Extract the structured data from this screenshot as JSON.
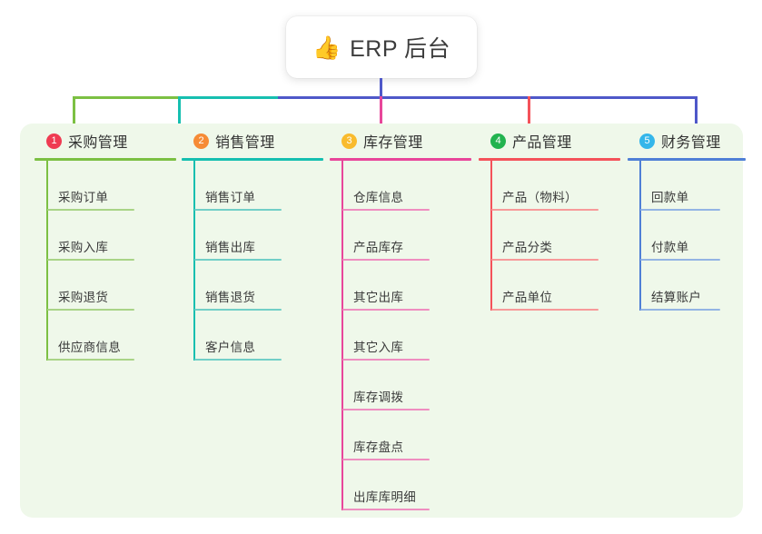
{
  "root": {
    "icon": "thumbs-up-icon",
    "emoji": "👍",
    "label": "ERP 后台"
  },
  "palette": {
    "canvas_bg": "#ffffff",
    "panel_bg": "#eff8ea",
    "root_card_bg": "#ffffff",
    "root_text": "#3d3d3d",
    "trunk": "#4f58c9",
    "bus_green": "#7cc043",
    "bus_teal": "#16bfb0",
    "bus_indigo": "#4f58c9"
  },
  "columns": [
    {
      "id": "purchasing",
      "badge": "1",
      "badge_color": "#ef3b52",
      "title": "采购管理",
      "line_color": "#7cc043",
      "rule_color": "#7cc043",
      "leaf_rule_color": "#a9d487",
      "drop_color": "#7cc043",
      "items": [
        "采购订单",
        "采购入库",
        "采购退货",
        "供应商信息"
      ]
    },
    {
      "id": "sales",
      "badge": "2",
      "badge_color": "#f68b36",
      "title": "销售管理",
      "line_color": "#16bfb0",
      "rule_color": "#16bfb0",
      "leaf_rule_color": "#72cfc7",
      "drop_color": "#16bfb0",
      "items": [
        "销售订单",
        "销售出库",
        "销售退货",
        "客户信息"
      ]
    },
    {
      "id": "inventory",
      "badge": "3",
      "badge_color": "#f9bb2d",
      "title": "库存管理",
      "line_color": "#e8469a",
      "rule_color": "#e8469a",
      "leaf_rule_color": "#ef8ec0",
      "drop_color": "#e8469a",
      "items": [
        "仓库信息",
        "产品库存",
        "其它出库",
        "其它入库",
        "库存调拨",
        "库存盘点",
        "出库库明细"
      ]
    },
    {
      "id": "product",
      "badge": "4",
      "badge_color": "#22b34f",
      "title": "产品管理",
      "line_color": "#f4525a",
      "rule_color": "#f4525a",
      "leaf_rule_color": "#f79a9a",
      "drop_color": "#f4525a",
      "items": [
        "产品（物料）",
        "产品分类",
        "产品单位"
      ]
    },
    {
      "id": "finance",
      "badge": "5",
      "badge_color": "#34b6ea",
      "title": "财务管理",
      "line_color": "#4f7fd6",
      "rule_color": "#4f7fd6",
      "leaf_rule_color": "#93b4e4",
      "drop_color": "#4f58c9",
      "items": [
        "回款单",
        "付款单",
        "结算账户"
      ]
    }
  ]
}
